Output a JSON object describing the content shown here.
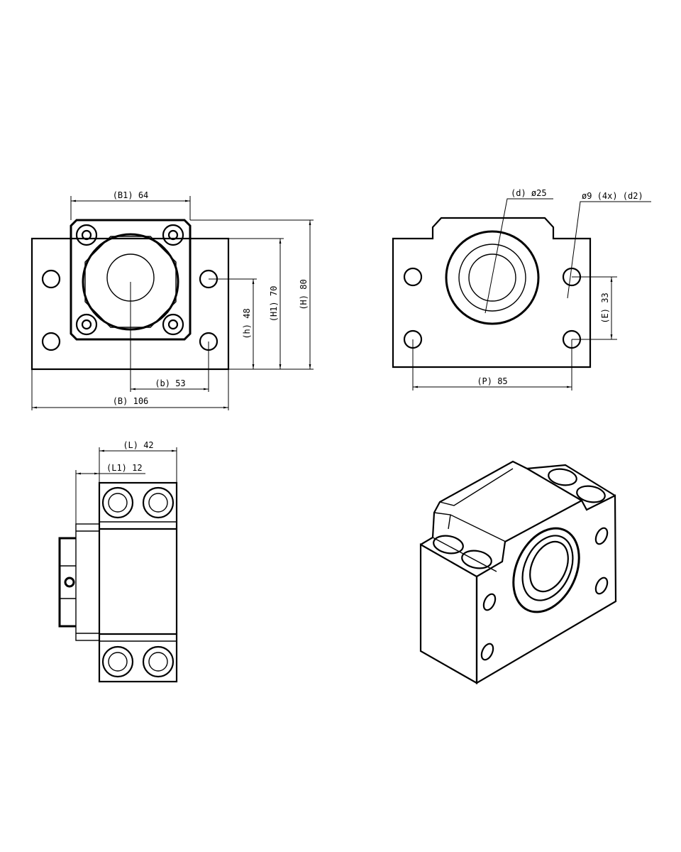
{
  "front_view": {
    "b1_label": "(B1) 64",
    "h_label": "(H) 80",
    "h1_label": "(H1) 70",
    "small_h_label": "(h) 48",
    "small_b_label": "(b) 53",
    "b_label": "(B) 106"
  },
  "rear_view": {
    "d_label": "(d) ø25",
    "d2_label": "ø9 (4x) (d2)",
    "e_label": "(E) 33",
    "p_label": "(P) 85"
  },
  "side_view": {
    "l_label": "(L) 42",
    "l1_label": "(L1) 12"
  },
  "colors": {
    "ink": "#000000",
    "paper": "#ffffff"
  }
}
